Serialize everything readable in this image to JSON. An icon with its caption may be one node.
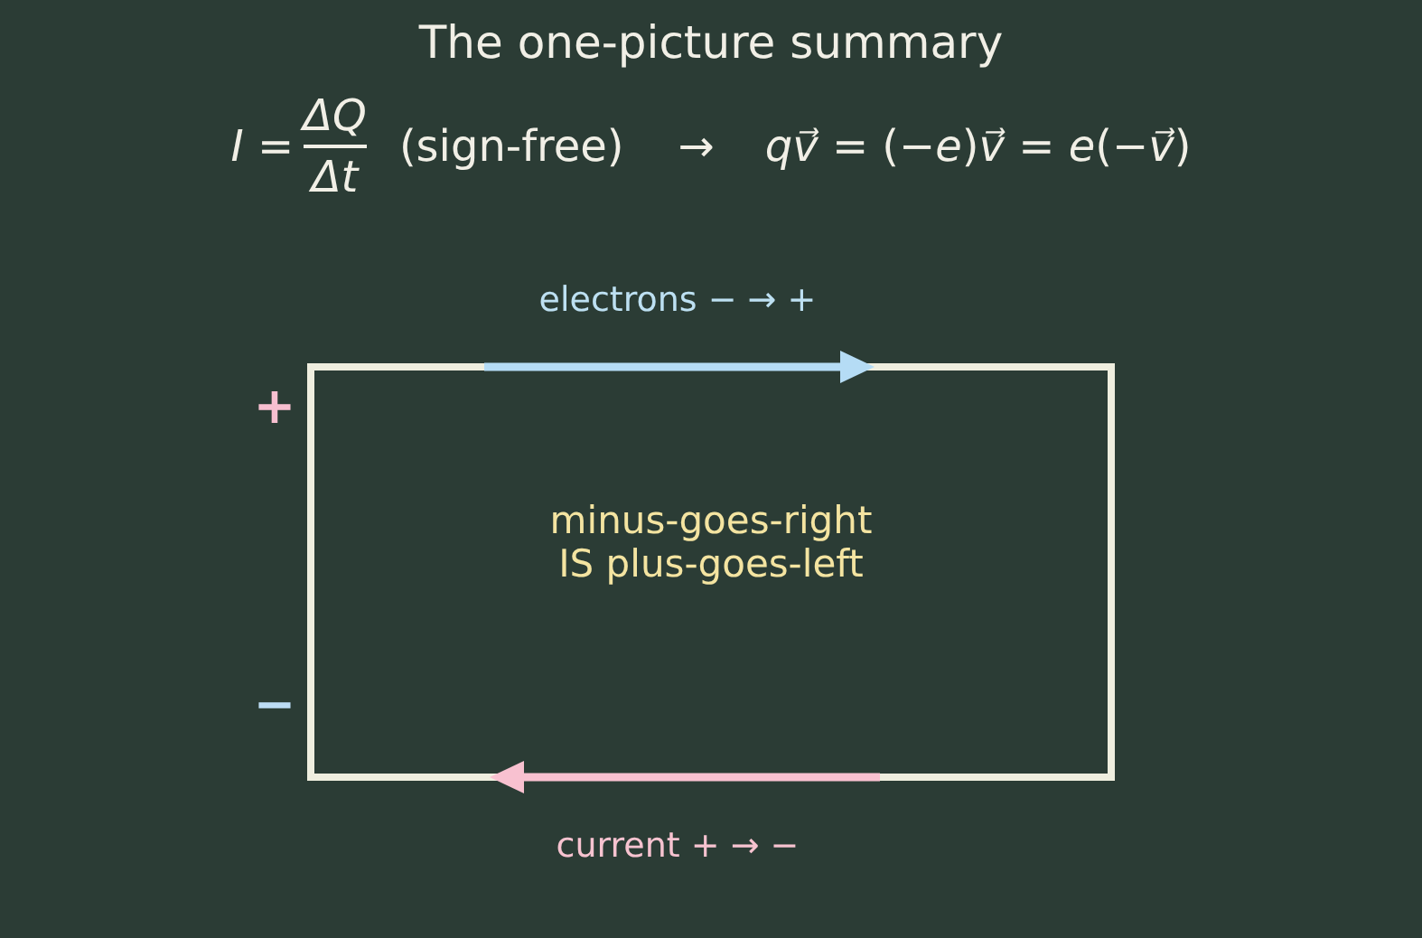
{
  "diagram": {
    "title": "The one-picture summary",
    "nodes": [
      {
        "text": [
          "minus-goes-right IS plus-goes-left"
        ],
        "beside": [
          "+",
          "−"
        ]
      }
    ],
    "labels": [
      "*I* =",
      "ΔQ",
      "Δt",
      "(sign-free)",
      "→",
      "*qv⃗* = (−*e*)*v⃗* = *e*(−*v⃗*)",
      "electrons − → +",
      "current + → −"
    ]
  }
}
